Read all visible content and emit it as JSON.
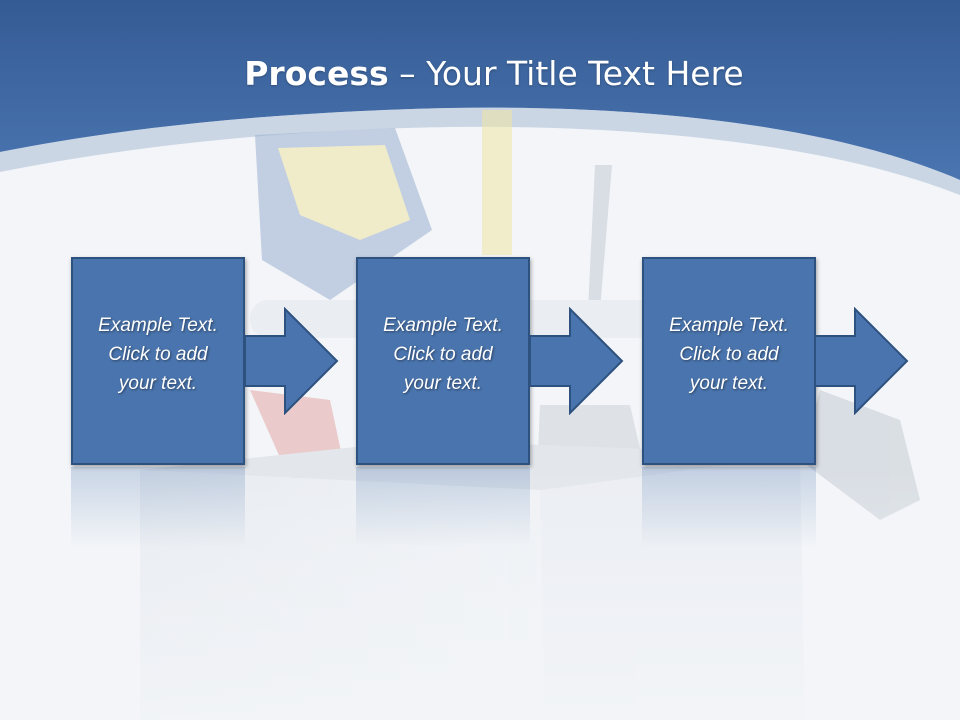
{
  "header": {
    "title_bold": "Process",
    "title_rest": " – Your Title Text Here"
  },
  "steps": [
    {
      "text": "Example Text.\nClick  to add\nyour text."
    },
    {
      "text": "Example Text.\nClick  to add\nyour text."
    },
    {
      "text": "Example Text.\nClick  to add\nyour text."
    }
  ],
  "colors": {
    "header_blue": "#3e66a3",
    "box_blue": "#4a74ad",
    "box_border": "#2e527f",
    "background": "#f3f5f8"
  },
  "icons": {
    "background_image": "toolbox-icon",
    "step_connector": "right-arrow-icon"
  }
}
